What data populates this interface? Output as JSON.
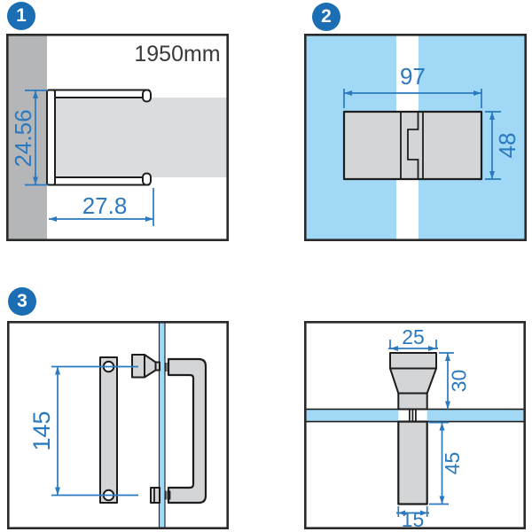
{
  "colors": {
    "badge_blue": "#1B6DB4",
    "dimension_blue": "#2B79BE",
    "glass_blue": "#A0D8F5",
    "part_gray": "#D4D5D7",
    "wall_gray": "#B5B6B8",
    "glass_panel_gray": "#DBDCDD",
    "outline_dark": "#2A2A2A",
    "label_dark": "#3A3A3A"
  },
  "sections": {
    "wall_profile": {
      "badge": "1",
      "height_label": "1950mm",
      "profile_depth": "24.56",
      "profile_width": "27.8"
    },
    "glass_connector": {
      "badge": "2",
      "connector_width": "97",
      "connector_height": "48"
    },
    "door_handle": {
      "badge": "3",
      "hole_spacing": "145"
    },
    "door_knob": {
      "top_width": "25",
      "top_height": "30",
      "stem_height": "45",
      "stem_width": "15"
    }
  }
}
